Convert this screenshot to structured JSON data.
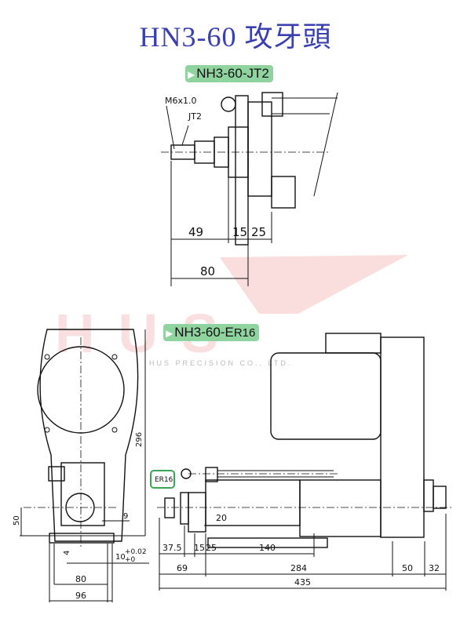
{
  "title": "HN3-60 攻牙頭",
  "watermark": {
    "logo": "HUS",
    "company": "HUS PRECISION CO., LTD."
  },
  "section_jt2": {
    "label": "NH3-60-JT2",
    "callouts": {
      "thread": "M6x1.0",
      "collet": "JT2"
    },
    "dims": {
      "d49": "49",
      "d15": "15",
      "d25": "25",
      "d80": "80"
    }
  },
  "section_er16": {
    "label_main": "NH3-60-E",
    "label_suffix": "R16",
    "callout": "ER16",
    "front_dims": {
      "height": "296",
      "center": "50",
      "d9": "9",
      "d4": "4",
      "slot": "10",
      "tol_plus": "+0.02",
      "tol_minus": "+0",
      "d80": "80",
      "d96": "96"
    },
    "side_dims": {
      "d37_5": "37.5",
      "d15": "15",
      "d25": "25",
      "d140": "140",
      "d20": "20",
      "d69": "69",
      "d284": "284",
      "d50": "50",
      "d32": "32",
      "d435": "435"
    }
  }
}
